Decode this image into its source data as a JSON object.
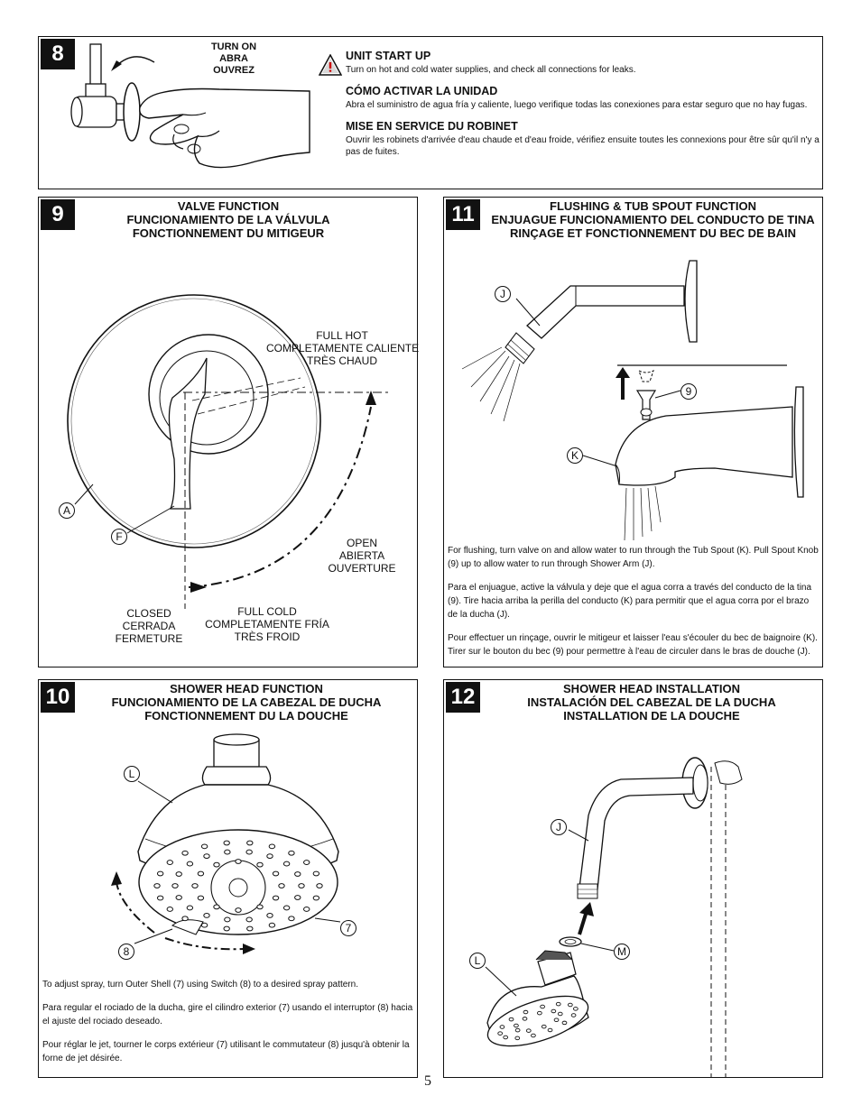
{
  "step8": {
    "number": "8",
    "turn_on": [
      "TURN ON",
      "ABRA",
      "OUVREZ"
    ],
    "sections": [
      {
        "heading": "UNIT START UP",
        "text": "Turn on hot and cold water supplies, and check all connections for leaks."
      },
      {
        "heading": "CÓMO ACTIVAR LA UNIDAD",
        "text": "Abra el suministro de agua fría y caliente, luego verifique todas las conexiones para estar seguro que no hay fugas."
      },
      {
        "heading": "MISE EN SERVICE DU ROBINET",
        "text": "Ouvrir les robinets d'arrivée d'eau chaude et d'eau froide, vérifiez ensuite toutes les connexions pour être sûr qu'il n'y a pas de fuites."
      }
    ]
  },
  "step9": {
    "number": "9",
    "title": [
      "VALVE FUNCTION",
      "FUNCIONAMIENTO DE LA VÁLVULA",
      "FONCTIONNEMENT DU MITIGEUR"
    ],
    "full_hot": [
      "FULL HOT",
      "COMPLETAMENTE CALIENTE",
      "TRÈS CHAUD"
    ],
    "open": [
      "OPEN",
      "ABIERTA",
      "OUVERTURE"
    ],
    "closed": [
      "CLOSED",
      "CERRADA",
      "FERMETURE"
    ],
    "full_cold": [
      "FULL COLD",
      "COMPLETAMENTE FRÍA",
      "TRÈS FROID"
    ],
    "callouts": {
      "a": "A",
      "f": "F"
    }
  },
  "step11": {
    "number": "11",
    "title": [
      "FLUSHING & TUB SPOUT FUNCTION",
      "ENJUAGUE FUNCIONAMIENTO DEL CONDUCTO DE TINA",
      "RINÇAGE ET FONCTIONNEMENT DU BEC DE BAIN"
    ],
    "callouts": {
      "j": "J",
      "nine": "9",
      "k": "K"
    },
    "paragraphs": [
      "For flushing, turn valve on and allow water to run through the Tub Spout (K). Pull Spout Knob (9) up to allow water to run through Shower Arm (J).",
      "Para el enjuague, active la válvula y deje que el agua corra a través del conducto de la tina (9). Tire hacia arriba la perilla del conducto (K) para permitir que el agua corra por el brazo de la ducha (J).",
      "Pour effectuer un rinçage, ouvrir le mitigeur et laisser l'eau s'écouler du bec de baignoire (K). Tirer sur le bouton du bec (9) pour permettre à l'eau de circuler dans le bras de douche (J)."
    ]
  },
  "step10": {
    "number": "10",
    "title": [
      "SHOWER HEAD FUNCTION",
      "FUNCIONAMIENTO DE LA CABEZAL DE DUCHA",
      "FONCTIONNEMENT DU LA DOUCHE"
    ],
    "callouts": {
      "l": "L",
      "seven": "7",
      "eight": "8"
    },
    "paragraphs": [
      "To adjust spray, turn Outer Shell (7) using Switch (8) to a desired spray pattern.",
      "Para regular el rociado de la ducha, gire el cilindro exterior (7) usando el interruptor (8) hacia el ajuste del rociado deseado.",
      "Pour réglar le jet, tourner le corps extérieur (7) utilisant le commutateur (8) jusqu'à obtenir la forne de jet désirée."
    ]
  },
  "step12": {
    "number": "12",
    "title": [
      "SHOWER HEAD INSTALLATION",
      "INSTALACIÓN DEL CABEZAL DE LA DUCHA",
      "INSTALLATION DE LA DOUCHE"
    ],
    "callouts": {
      "j": "J",
      "m": "M",
      "l": "L"
    }
  },
  "page_number": "5"
}
